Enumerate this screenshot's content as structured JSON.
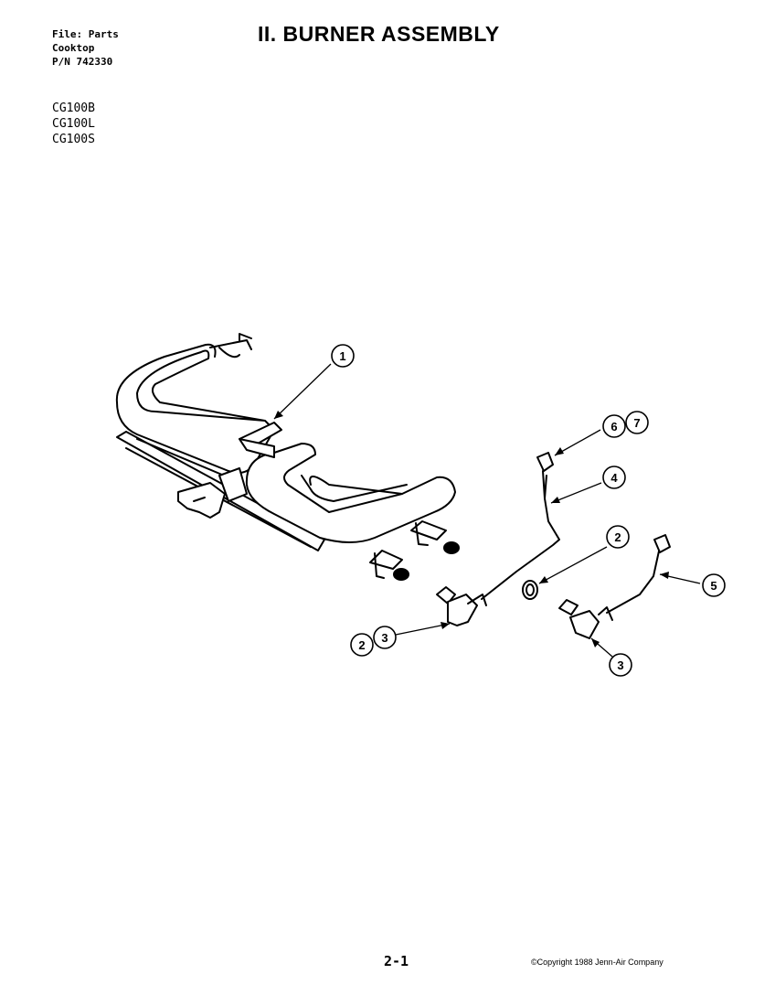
{
  "header": {
    "file_label": "File: Parts",
    "category": "Cooktop",
    "part_number": "P/N 742330"
  },
  "title": "II. BURNER ASSEMBLY",
  "models": [
    "CG100B",
    "CG100L",
    "CG100S"
  ],
  "callouts": {
    "c1": "1",
    "c2_valve": "2",
    "c3_left": "3",
    "c6": "6",
    "c7": "7",
    "c4": "4",
    "c2_nut": "2",
    "c5": "5",
    "c3_right": "3"
  },
  "footer": {
    "page_number": "2-1",
    "copyright": "©Copyright 1988 Jenn-Air Company"
  }
}
